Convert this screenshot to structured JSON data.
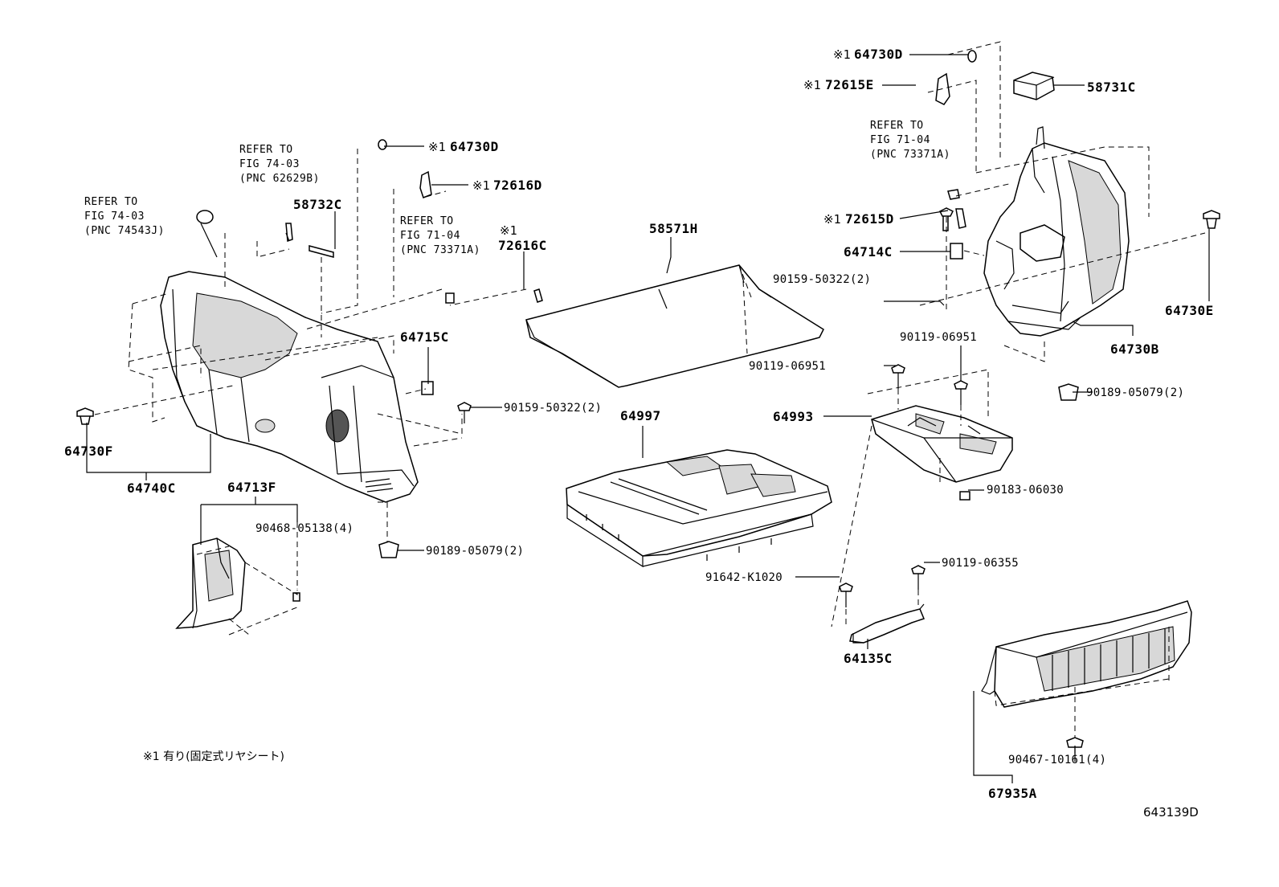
{
  "diagram": {
    "figure_code": "643139D",
    "footnote": "※1 有り(固定式リヤシート)",
    "mark": "※1",
    "parts": {
      "p58731C": "58731C",
      "p64730D_top": "64730D",
      "p72615E": "72615E",
      "p72615D": "72615D",
      "p64714C": "64714C",
      "p90159_right": "90159-50322(2)",
      "p64730E": "64730E",
      "p64730B": "64730B",
      "p90119_06951_a": "90119-06951",
      "p90119_06951_b": "90119-06951",
      "p64993": "64993",
      "p90189_right": "90189-05079(2)",
      "p90183": "90183-06030",
      "p90119_06355": "90119-06355",
      "p91642": "91642-K1020",
      "p64135C": "64135C",
      "p90467": "90467-10161(4)",
      "p67935A": "67935A",
      "p58571H": "58571H",
      "p64997": "64997",
      "p64730D_mid": "64730D",
      "p72616D": "72616D",
      "p72616C": "72616C",
      "p58732C": "58732C",
      "p64715C": "64715C",
      "p90159_left": "90159-50322(2)",
      "p90189_left": "90189-05079(2)",
      "p64730F": "64730F",
      "p64740C": "64740C",
      "p64713F": "64713F",
      "p90468": "90468-05138(4)"
    },
    "references": {
      "ref_fig7104_right": [
        "REFER TO",
        "FIG 71-04",
        "(PNC 73371A)"
      ],
      "ref_fig7403_top": [
        "REFER TO",
        "FIG 74-03",
        "(PNC 62629B)"
      ],
      "ref_fig7403_left": [
        "REFER TO",
        "FIG 74-03",
        "(PNC 74543J)"
      ],
      "ref_fig7104_left": [
        "REFER TO",
        "FIG 71-04",
        "(PNC 73371A)"
      ]
    }
  }
}
